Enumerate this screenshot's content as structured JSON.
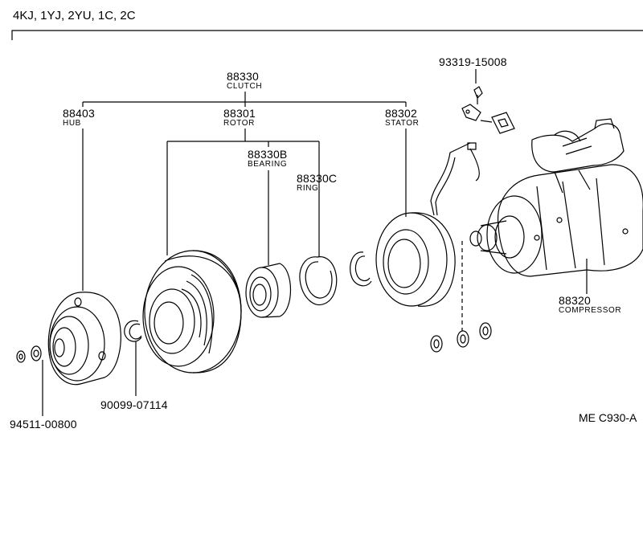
{
  "header": {
    "models": "4KJ, 1YJ, 2YU, 1C, 2C"
  },
  "parts": {
    "clutch": {
      "number": "88330",
      "name": "CLUTCH"
    },
    "hub": {
      "number": "88403",
      "name": "HUB"
    },
    "rotor": {
      "number": "88301",
      "name": "ROTOR"
    },
    "stator": {
      "number": "88302",
      "name": "STATOR"
    },
    "bearing": {
      "number": "88330B",
      "name": "BEARING"
    },
    "ring": {
      "number": "88330C",
      "name": "RING"
    },
    "compressor": {
      "number": "88320",
      "name": "COMPRESSOR"
    },
    "bolt": {
      "number": "93319-15008"
    },
    "snap_ring": {
      "number": "90099-07114"
    },
    "nut": {
      "number": "94511-00800"
    }
  },
  "footer": {
    "code": "ME  C930-A"
  },
  "colors": {
    "ink": "#000000",
    "paper": "#ffffff"
  }
}
